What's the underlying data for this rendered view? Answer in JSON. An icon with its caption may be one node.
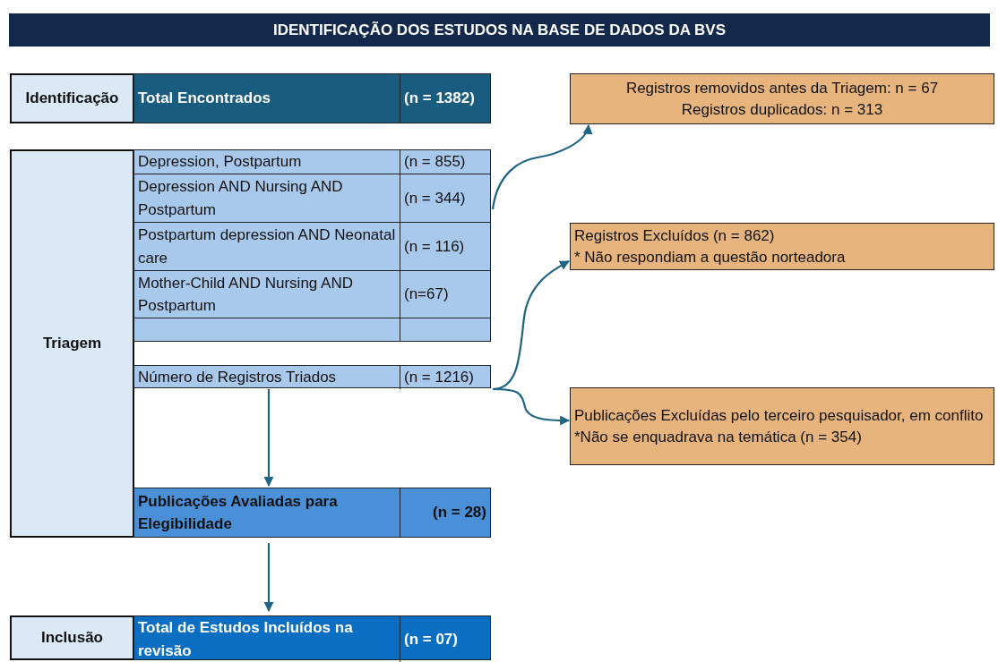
{
  "diagram": {
    "title": "IDENTIFICAÇÃO DOS ESTUDOS NA BASE DE DADOS DA BVS",
    "nodes": [
      {
        "text": [
          "Identificação"
        ]
      },
      {
        "text": [
          "Total Encontrados",
          "(n = 1382)"
        ]
      },
      {
        "text": [
          "Triagem"
        ]
      },
      {
        "text": [
          "Depression, Postpartum",
          "(n = 855)"
        ]
      },
      {
        "text": [
          "Depression AND Nursing AND Postpartum",
          "(n = 344)"
        ]
      },
      {
        "text": [
          "Postpartum depression AND Neonatal care",
          "(n = 116)"
        ]
      },
      {
        "text": [
          "Mother-Child AND Nursing AND Postpartum",
          "(n=67)"
        ]
      },
      {
        "text": [],
        "shape": "box"
      },
      {
        "text": [
          "Número de Registros Triados",
          "(n = 1216)"
        ]
      },
      {
        "text": [
          "Publicações Avaliadas para Elegibilidade",
          "(n = 28)"
        ]
      },
      {
        "text": [
          "Inclusão"
        ]
      },
      {
        "text": [
          "Total de Estudos Incluídos na revisão",
          "(n = 07)"
        ]
      },
      {
        "text": [
          "Registros removidos antes da Triagem: n = 67",
          "Registros duplicados: n = 313"
        ]
      },
      {
        "text": [
          "Registros Excluídos (n = 862)",
          "* Não respondiam a questão norteadora"
        ]
      },
      {
        "text": [
          "Publicações Excluídas pelo terceiro pesquisador, em conflito",
          "*Não se enquadrava na temática (n = 354)"
        ]
      }
    ],
    "edges": [
      {
        "from": 4,
        "to": 12,
        "arrow": "to"
      },
      {
        "from": 8,
        "to": 13,
        "arrow": "to"
      },
      {
        "from": 8,
        "to": 14,
        "arrow": "to"
      },
      {
        "from": 8,
        "to": 9,
        "arrow": "to"
      },
      {
        "from": 9,
        "to": 11,
        "arrow": "to"
      }
    ]
  }
}
